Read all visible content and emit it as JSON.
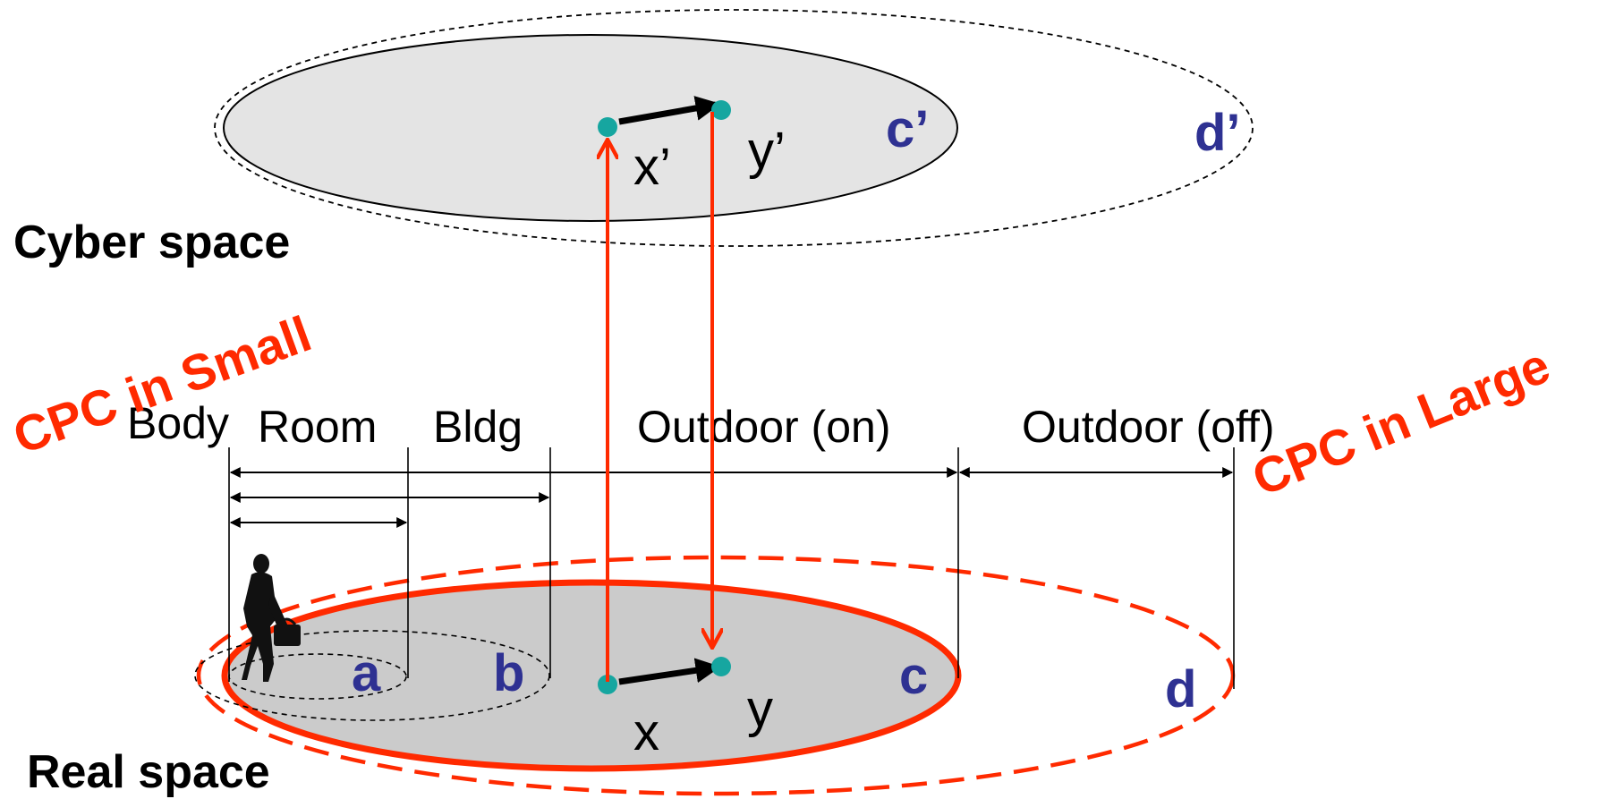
{
  "titles": {
    "cyber": "Cyber space",
    "real": "Real space"
  },
  "zones": {
    "body": "Body",
    "room": "Room",
    "bldg": "Bldg",
    "outdoor_on": "Outdoor (on)",
    "outdoor_off": "Outdoor (off)"
  },
  "regions": {
    "a": "a",
    "b": "b",
    "c": "c",
    "d": "d",
    "c_prime": "c’",
    "d_prime": "d’"
  },
  "points": {
    "x": "x",
    "y": "y",
    "x_prime": "x’",
    "y_prime": "y’"
  },
  "cpc": {
    "small": "CPC in Small",
    "large": "CPC in Large"
  },
  "colors": {
    "red": "#ff2a00",
    "blue": "#2e3192",
    "teal": "#16a6a0",
    "cyber_fill": "#e4e4e4",
    "real_fill": "#cbcbcb"
  },
  "icons": {
    "person": "businesswoman-silhouette-icon"
  }
}
